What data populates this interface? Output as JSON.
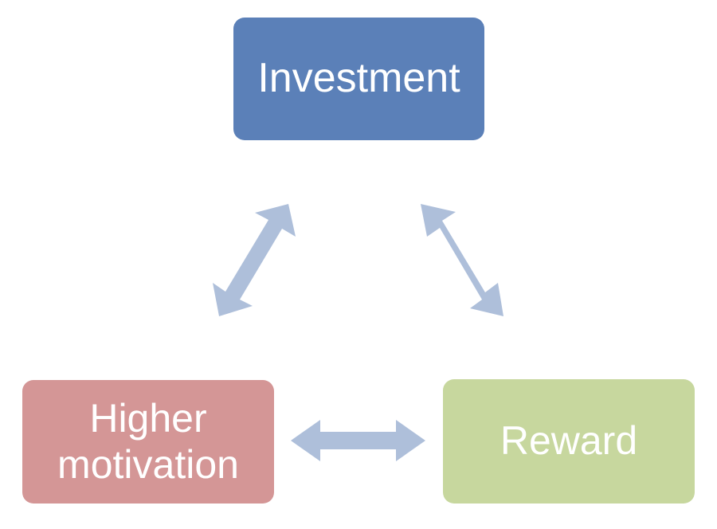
{
  "nodes": {
    "investment": {
      "label": "Investment",
      "color": "#5b80b8"
    },
    "motivation": {
      "label": "Higher\nmotivation",
      "color": "#d49696"
    },
    "reward": {
      "label": "Reward",
      "color": "#c7d79e"
    }
  },
  "edges": [
    {
      "from": "investment",
      "to": "motivation",
      "direction": "both"
    },
    {
      "from": "investment",
      "to": "reward",
      "direction": "both"
    },
    {
      "from": "motivation",
      "to": "reward",
      "direction": "both"
    }
  ],
  "arrow_color": "#aebfda"
}
